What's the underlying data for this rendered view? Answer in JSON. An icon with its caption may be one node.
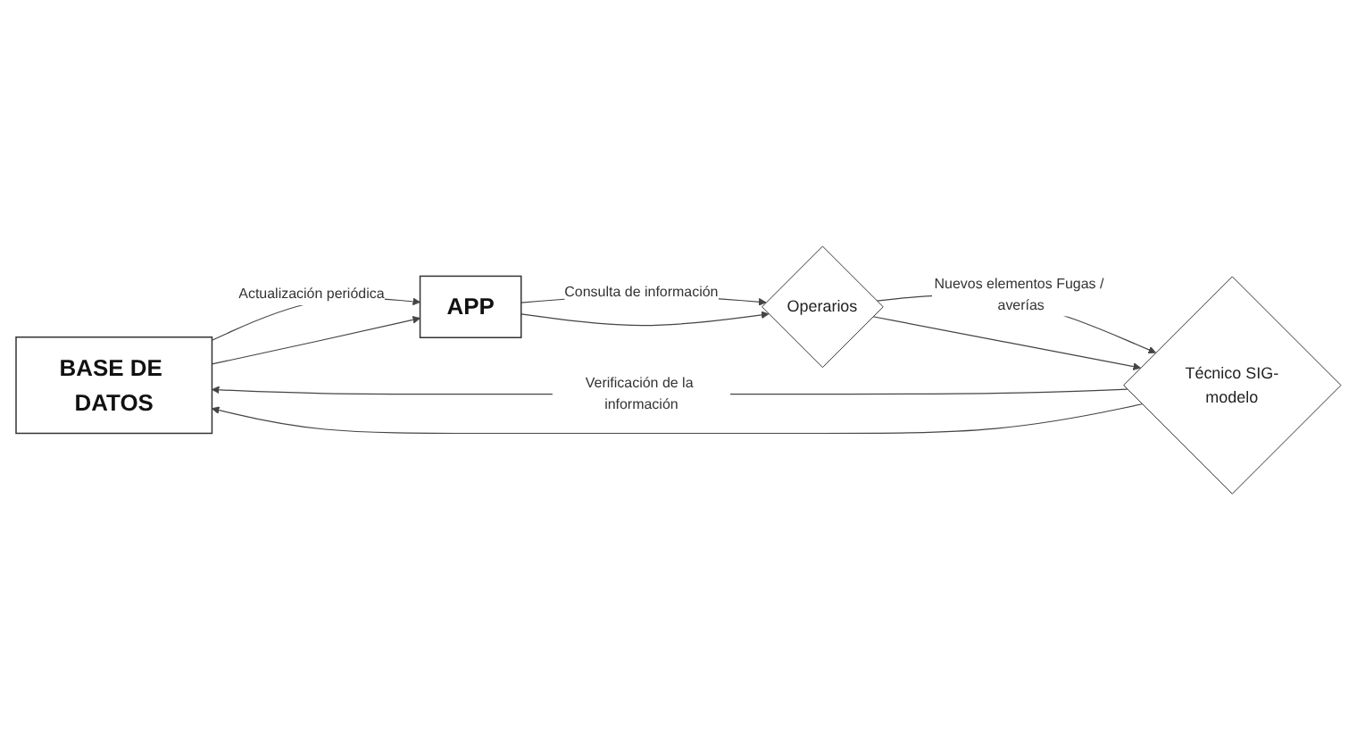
{
  "diagram": {
    "nodes": [
      {
        "text": [
          "BASE DE DATOS"
        ]
      },
      {
        "text": [
          "APP"
        ]
      },
      {
        "text": [
          "Operarios"
        ]
      },
      {
        "text": [
          "Técnico SIG-modelo"
        ]
      }
    ],
    "edges": [
      {
        "from": 0,
        "to": 1,
        "arrow": "to",
        "label": "Actualización periódica"
      },
      {
        "from": 0,
        "to": 1,
        "arrow": "to"
      },
      {
        "from": 1,
        "to": 2,
        "arrow": "to",
        "label": "Consulta de información"
      },
      {
        "from": 1,
        "to": 2,
        "arrow": "to"
      },
      {
        "from": 2,
        "to": 3,
        "arrow": "to",
        "label": "Nuevos elementos Fugas / averías"
      },
      {
        "from": 2,
        "to": 3,
        "arrow": "to"
      },
      {
        "from": 3,
        "to": 0,
        "arrow": "to",
        "label": "Verificación de la información"
      },
      {
        "from": 3,
        "to": 0,
        "arrow": "to"
      }
    ]
  }
}
